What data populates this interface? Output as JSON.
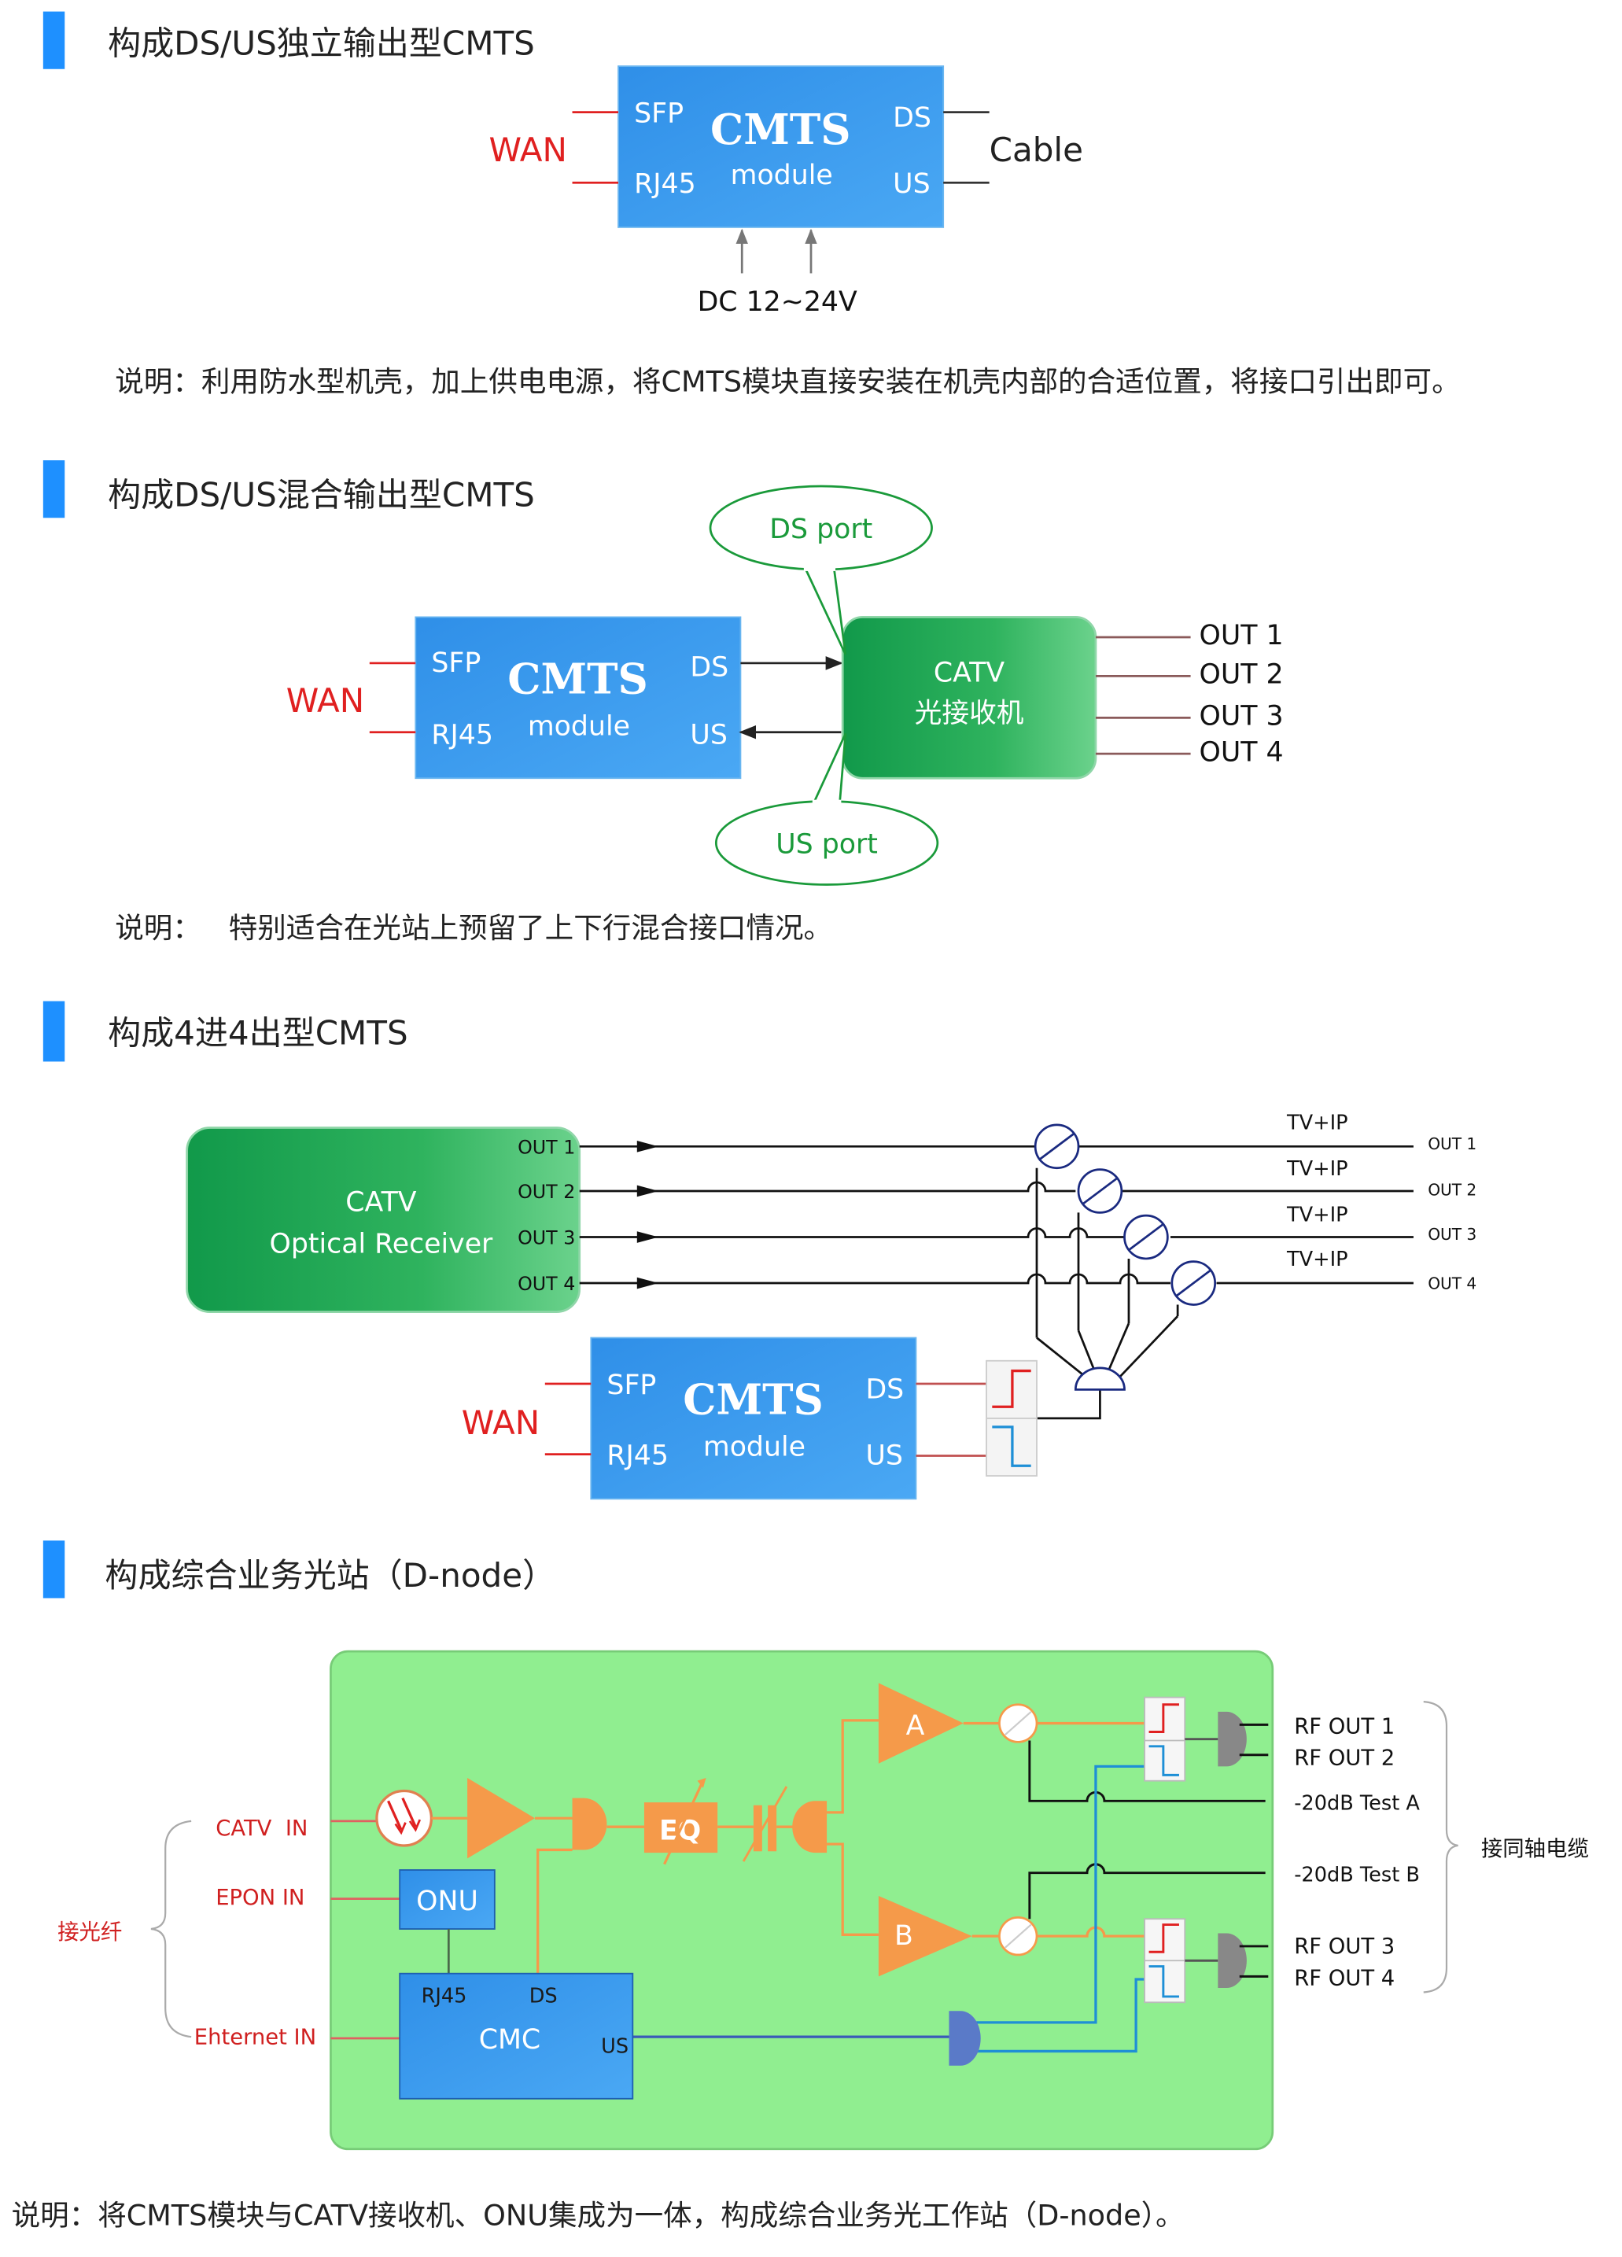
{
  "section1": {
    "title": "构成DS/US独立输出型CMTS",
    "module": {
      "sfp": "SFP",
      "title": "CMTS",
      "sub": "module",
      "rj45": "RJ45",
      "ds": "DS",
      "us": "US"
    },
    "wan": "WAN",
    "cable": "Cable",
    "dc": "DC 12~24V",
    "note": "说明：利用防水型机壳，加上供电电源，将CMTS模块直接安装在机壳内部的合适位置，将接口引出即可。"
  },
  "section2": {
    "title": "构成DS/US混合输出型CMTS",
    "module": {
      "sfp": "SFP",
      "title": "CMTS",
      "sub": "module",
      "rj45": "RJ45",
      "ds": "DS",
      "us": "US"
    },
    "wan": "WAN",
    "ds_port": "DS port",
    "us_port": "US port",
    "catv_line1": "CATV",
    "catv_line2": "光接收机",
    "outs": [
      "OUT 1",
      "OUT 2",
      "OUT 3",
      "OUT 4"
    ],
    "note": "说明：   特别适合在光站上预留了上下行混合接口情况。"
  },
  "section3": {
    "title": "构成4进4出型CMTS",
    "receiver_line1": "CATV",
    "receiver_line2": "Optical Receiver",
    "rx_outs": [
      "OUT 1",
      "OUT 2",
      "OUT 3",
      "OUT 4"
    ],
    "tvip": [
      "TV+IP",
      "TV+IP",
      "TV+IP",
      "TV+IP"
    ],
    "final_outs": [
      "OUT 1",
      "OUT 2",
      "OUT 3",
      "OUT 4"
    ],
    "module": {
      "sfp": "SFP",
      "title": "CMTS",
      "sub": "module",
      "rj45": "RJ45",
      "ds": "DS",
      "us": "US"
    },
    "wan": "WAN"
  },
  "section4": {
    "title": "构成综合业务光站（D-node）",
    "inputs": [
      "CATV  IN",
      "EPON IN",
      "Ehternet IN"
    ],
    "fiber_label": "接光纤",
    "onu": "ONU",
    "cmc": {
      "title": "CMC",
      "rj45": "RJ45",
      "ds": "DS",
      "us": "US"
    },
    "eq": "EQ",
    "amp_a": "A",
    "amp_b": "B",
    "outputs": [
      "RF OUT 1",
      "RF OUT 2",
      "-20dB Test A",
      "-20dB Test B",
      "RF OUT 3",
      "RF OUT 4"
    ],
    "coax_label": "接同轴电缆",
    "note": "说明：将CMTS模块与CATV接收机、ONU集成为一体，构成综合业务光工作站（D-node）。"
  },
  "colors": {
    "accent_bar": "#1e90ff",
    "module_blue": "#3399ee",
    "catv_green": "#1aa04a",
    "dnode_bg": "#90ee90",
    "amp_orange": "#f59a4a",
    "wan_red": "#e02020"
  }
}
